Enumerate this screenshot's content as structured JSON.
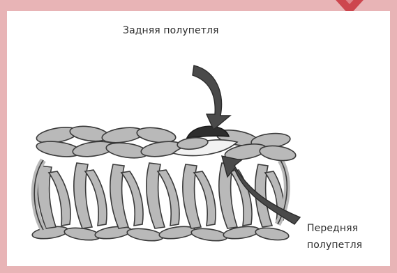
{
  "labels": {
    "back_loop": "Задняя полупетля",
    "front_loop_line1": "Передняя",
    "front_loop_line2": "полупетля"
  },
  "icons": {
    "decoration": "heart-icon",
    "pointer": "arrow-icon"
  },
  "colors": {
    "background": "#e8b4b6",
    "panel": "#ffffff",
    "yarn": "#b9b9b9",
    "outline": "#3a3a3a",
    "back_loop": "#2e2e2e",
    "front_loop": "#f2f2f2",
    "heart": "#c8323c"
  }
}
